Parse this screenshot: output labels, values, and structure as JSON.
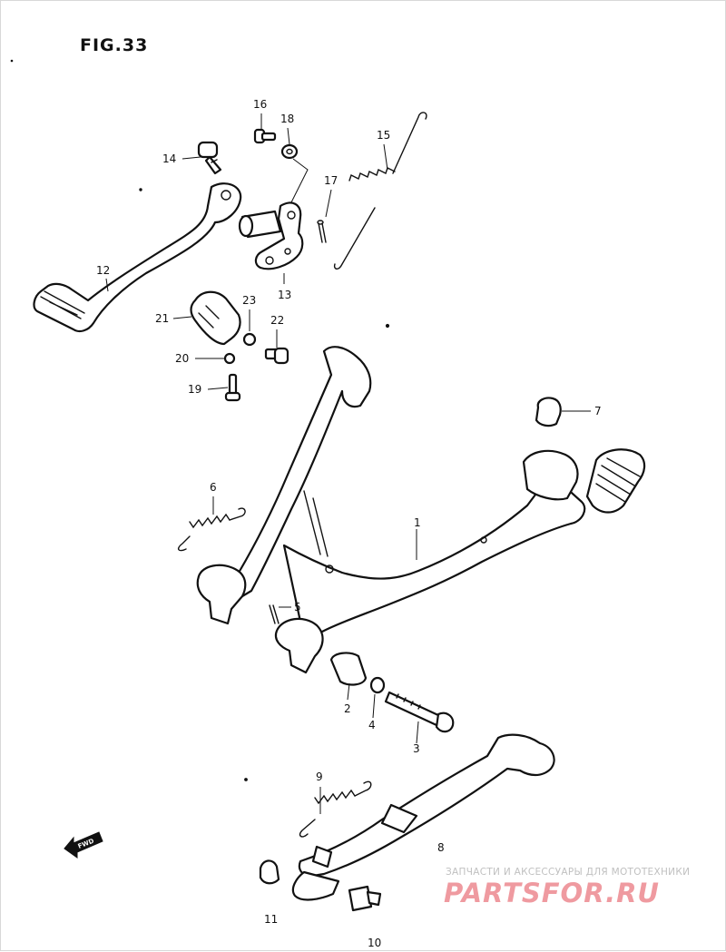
{
  "figure": {
    "title": "FIG.33"
  },
  "callouts": {
    "c1": "1",
    "c2": "2",
    "c3": "3",
    "c4": "4",
    "c5": "5",
    "c6": "6",
    "c7": "7",
    "c8": "8",
    "c9": "9",
    "c10": "10",
    "c11": "11",
    "c12": "12",
    "c13": "13",
    "c14": "14",
    "c15": "15",
    "c16": "16",
    "c17": "17",
    "c18": "18",
    "c19": "19",
    "c20": "20",
    "c21": "21",
    "c22": "22",
    "c23": "23"
  },
  "fwd_arrow": {
    "label": "FWD",
    "icon": "fwd-arrow-icon"
  },
  "watermark": {
    "subtitle": "ЗАПЧАСТИ И АКСЕССУАРЫ ДЛЯ МОТОТЕХНИКИ",
    "logo": "PARTSFOR.RU",
    "color": "#ef9aa0"
  }
}
